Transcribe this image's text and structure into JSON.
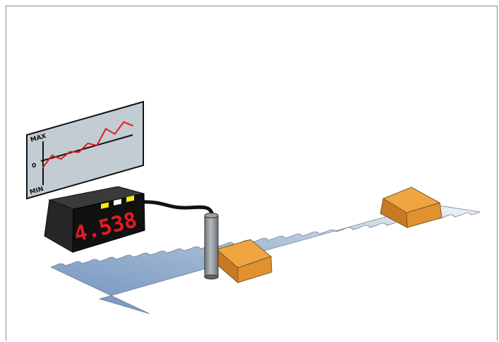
{
  "display": {
    "reading": "4.538",
    "reading_color": "#e8191f",
    "indicator_colors": [
      "#f5ea14",
      "#ffffff",
      "#f5ea14"
    ]
  },
  "chart_data": {
    "type": "line",
    "y_tick_labels": [
      "MAX",
      "0",
      "MIN"
    ],
    "series": [
      {
        "color": "#e8191f",
        "values": [
          -0.4,
          0.2,
          -0.2,
          0.1,
          -0.1,
          0.3,
          0.0,
          0.9,
          0.4,
          1.0,
          0.6
        ]
      }
    ]
  },
  "colors": {
    "belt": "#7b9bc4",
    "belt_light": "#eef1f4",
    "object": "#e59a36",
    "object_side": "#c87b21",
    "sensor": "#8d9396",
    "panel": "#c3ccd3",
    "meter_body": "#1c1c1c"
  },
  "icons": [
    "conveyor-belt",
    "sensor-probe",
    "digital-meter",
    "trend-chart",
    "box-object"
  ]
}
